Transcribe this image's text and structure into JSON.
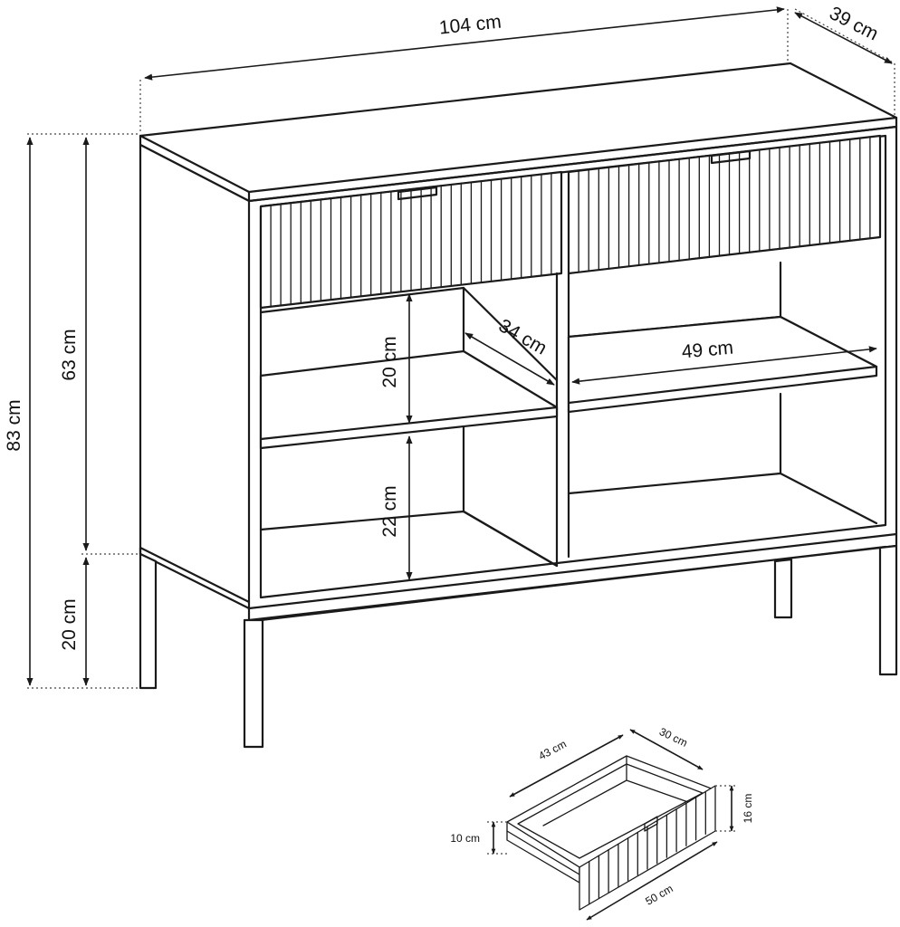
{
  "dimensions": {
    "width": "104 cm",
    "depth": "39 cm",
    "height_total": "83 cm",
    "height_body": "63 cm",
    "leg_height": "20 cm",
    "shelf_depth": "34 cm",
    "shelf_width": "49 cm",
    "upper_compartment": "20 cm",
    "lower_compartment": "22 cm"
  },
  "drawer_dimensions": {
    "inner_width": "43 cm",
    "inner_depth": "30 cm",
    "front_height": "16 cm",
    "side_height": "10 cm",
    "front_width": "50 cm"
  }
}
